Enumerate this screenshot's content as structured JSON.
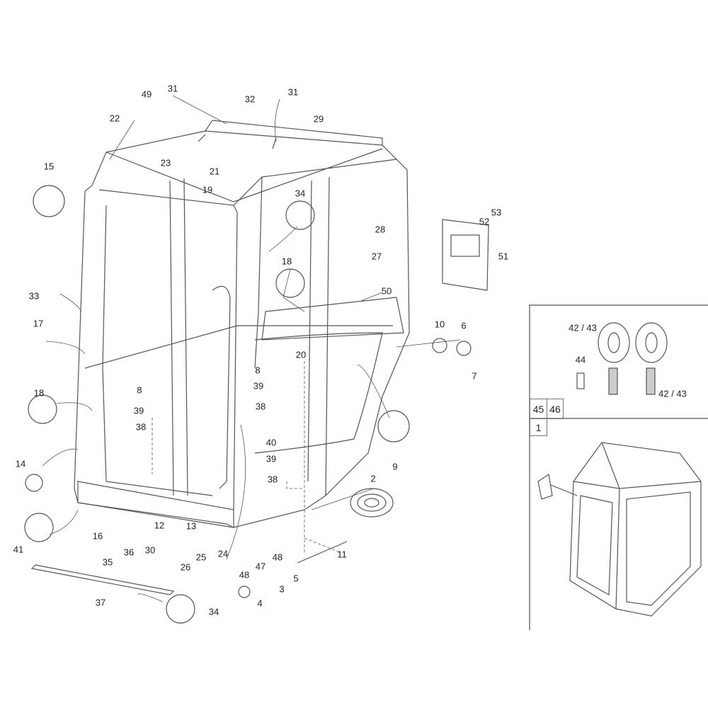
{
  "colors": {
    "line": "#555555",
    "text": "#222222",
    "part_fill": "#dddddd"
  },
  "labels": [
    "49",
    "31",
    "22",
    "32",
    "31",
    "29",
    "15",
    "23",
    "21",
    "19",
    "34",
    "53",
    "52",
    "28",
    "51",
    "27",
    "18",
    "50",
    "33",
    "17",
    "10",
    "6",
    "20",
    "7",
    "8",
    "39",
    "38",
    "8",
    "39",
    "38",
    "18",
    "9",
    "40",
    "39",
    "38",
    "14",
    "2",
    "41",
    "16",
    "12",
    "13",
    "24",
    "25",
    "26",
    "11",
    "48",
    "36",
    "30",
    "35",
    "47",
    "5",
    "48",
    "3",
    "4",
    "37",
    "34",
    "42 / 43",
    "44",
    "42 / 43"
  ],
  "inset": {
    "cell_45": "45",
    "cell_46": "46",
    "cell_1": "1"
  }
}
